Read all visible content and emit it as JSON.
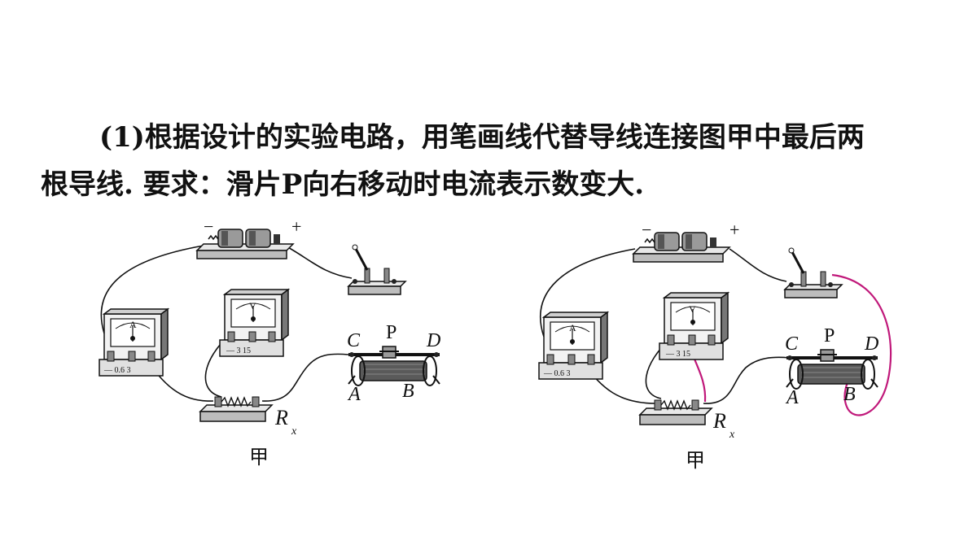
{
  "question": {
    "line1": "(1)根据设计的实验电路，用笔画线代替导线连接图甲中最后两",
    "line2": "根导线. 要求：滑片P向右移动时电流表示数变大."
  },
  "figures": [
    {
      "caption": "甲",
      "battery": {
        "minus": "−",
        "plus": "+"
      },
      "ammeter": {
        "symbol": "A",
        "scale": "—  0.6  3"
      },
      "voltmeter": {
        "symbol": "V",
        "scale": "—  3  15"
      },
      "resistor_label": "R",
      "resistor_sub": "x",
      "rheostat": {
        "c": "C",
        "p": "P",
        "d": "D",
        "a": "A",
        "b": "B"
      }
    },
    {
      "caption": "甲",
      "battery": {
        "minus": "−",
        "plus": "+"
      },
      "ammeter": {
        "symbol": "A",
        "scale": "—  0.6  3"
      },
      "voltmeter": {
        "symbol": "V",
        "scale": "—  3  15"
      },
      "resistor_label": "R",
      "resistor_sub": "x",
      "rheostat": {
        "c": "C",
        "p": "P",
        "d": "D",
        "a": "A",
        "b": "B"
      }
    }
  ],
  "colors": {
    "answer_wire": "#c0187a",
    "wire": "#111111",
    "device_fill": "#d9d9d9",
    "device_dark": "#444444"
  }
}
